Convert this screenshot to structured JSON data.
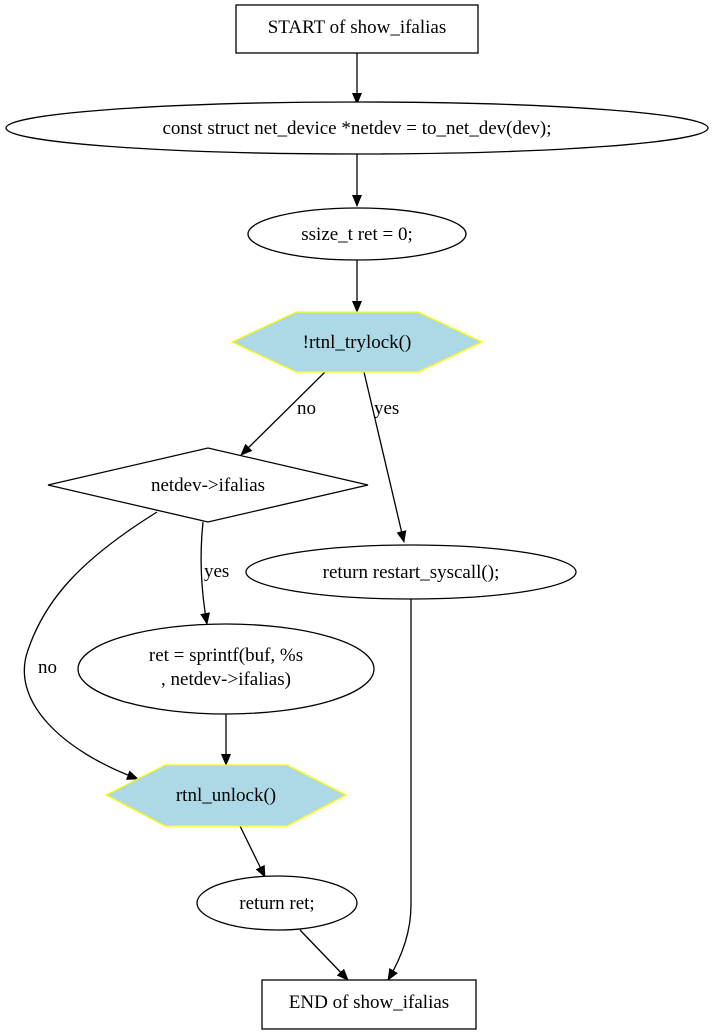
{
  "nodes": {
    "start": {
      "label": "START of show_ifalias"
    },
    "netdev_decl": {
      "label": "const struct net_device *netdev = to_net_dev(dev);"
    },
    "ret_decl": {
      "label": "ssize_t ret = 0;"
    },
    "trylock": {
      "label": "!rtnl_trylock()"
    },
    "ifalias_check": {
      "label": "netdev->ifalias"
    },
    "restart": {
      "label": "return restart_syscall();"
    },
    "sprintf": {
      "line1": "ret = sprintf(buf, %s",
      "line2": ", netdev->ifalias)"
    },
    "unlock": {
      "label": "rtnl_unlock()"
    },
    "return_ret": {
      "label": "return ret;"
    },
    "end": {
      "label": "END of show_ifalias"
    }
  },
  "edge_labels": {
    "trylock_no": "no",
    "trylock_yes": "yes",
    "ifalias_yes": "yes",
    "ifalias_no": "no"
  },
  "colors": {
    "hexagon_fill": "#add8e6",
    "hexagon_stroke": "#ffff00",
    "stroke": "#000000"
  }
}
